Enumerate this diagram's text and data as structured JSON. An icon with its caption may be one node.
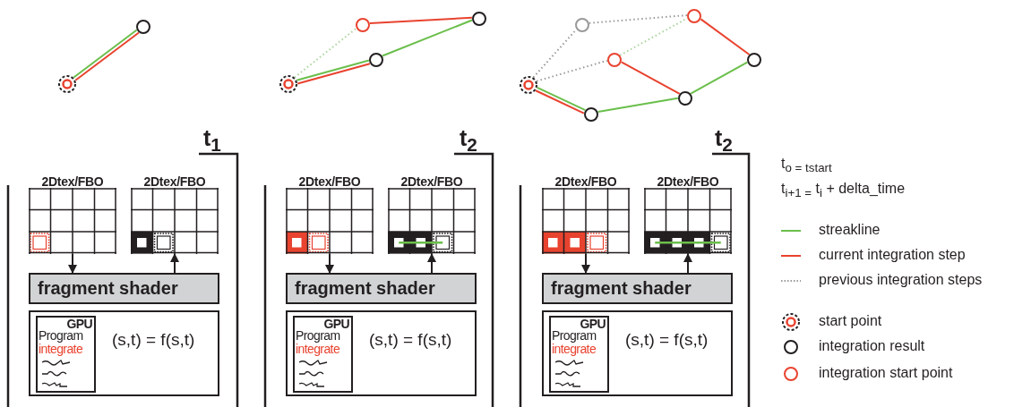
{
  "diagram": {
    "nodes": [
      {
        "text": [],
        "shape": "circle"
      },
      {
        "text": [],
        "shape": "circle"
      },
      {
        "text": [],
        "shape": "circle"
      },
      {
        "text": [],
        "shape": "circle"
      },
      {
        "text": [],
        "shape": "circle"
      },
      {
        "text": [],
        "shape": "circle"
      },
      {
        "text": [],
        "shape": "circle"
      },
      {
        "text": [],
        "shape": "circle"
      },
      {
        "text": [],
        "shape": "circle"
      },
      {
        "text": [],
        "shape": "circle"
      },
      {
        "text": [],
        "shape": "circle"
      },
      {
        "text": [],
        "shape": "circle"
      },
      {
        "text": [],
        "shape": "circle"
      },
      {
        "text": [
          "2Dtex/FBO"
        ]
      },
      {
        "text": [
          "2Dtex/FBO"
        ]
      },
      {
        "text": [
          "fragment shader"
        ]
      },
      {
        "text": [
          "(s,t) = f(s,t)"
        ]
      },
      {
        "text": [
          "GPU",
          "Program",
          "integrate"
        ],
        "in": 16
      },
      {
        "text": [
          "2Dtex/FBO"
        ]
      },
      {
        "text": [
          "2Dtex/FBO"
        ]
      },
      {
        "text": [
          "fragment shader"
        ]
      },
      {
        "text": [
          "(s,t) = f(s,t)"
        ]
      },
      {
        "text": [
          "GPU",
          "Program",
          "integrate"
        ],
        "in": 21
      },
      {
        "text": [
          "2Dtex/FBO"
        ]
      },
      {
        "text": [
          "2Dtex/FBO"
        ]
      },
      {
        "text": [
          "fragment shader"
        ]
      },
      {
        "text": [
          "(s,t) = f(s,t)"
        ]
      },
      {
        "text": [
          "GPU",
          "Program",
          "integrate"
        ],
        "in": 26
      }
    ],
    "edges": [
      {
        "from": 0,
        "to": 1,
        "arrow": "none",
        "color": "#6abf4b"
      },
      {
        "from": 0,
        "to": 1,
        "arrow": "none",
        "color": "#e8432f"
      },
      {
        "from": 2,
        "to": 3,
        "arrow": "none",
        "style": "dashed",
        "color": "#a8d49b"
      },
      {
        "from": 2,
        "to": 4,
        "arrow": "none",
        "color": "#6abf4b"
      },
      {
        "from": 2,
        "to": 4,
        "arrow": "none",
        "color": "#e8432f"
      },
      {
        "from": 4,
        "to": 5,
        "arrow": "none",
        "color": "#6abf4b"
      },
      {
        "from": 3,
        "to": 5,
        "arrow": "none",
        "color": "#e8432f"
      },
      {
        "from": 6,
        "to": 7,
        "arrow": "none",
        "style": "dashed",
        "color": "#999999"
      },
      {
        "from": 7,
        "to": 11,
        "arrow": "none",
        "style": "dashed",
        "color": "#999999"
      },
      {
        "from": 6,
        "to": 9,
        "arrow": "none",
        "style": "dashed",
        "color": "#999999"
      },
      {
        "from": 9,
        "to": 11,
        "arrow": "none",
        "style": "dashed",
        "color": "#a8d49b"
      },
      {
        "from": 6,
        "to": 8,
        "arrow": "none",
        "color": "#6abf4b"
      },
      {
        "from": 6,
        "to": 8,
        "arrow": "none",
        "color": "#e8432f"
      },
      {
        "from": 8,
        "to": 10,
        "arrow": "none",
        "color": "#6abf4b"
      },
      {
        "from": 9,
        "to": 10,
        "arrow": "none",
        "color": "#e8432f"
      },
      {
        "from": 10,
        "to": 12,
        "arrow": "none",
        "color": "#6abf4b"
      },
      {
        "from": 11,
        "to": 12,
        "arrow": "none",
        "color": "#e8432f"
      },
      {
        "from": 13,
        "to": 15,
        "arrow": "to",
        "color": "#231f20"
      },
      {
        "from": 15,
        "to": 14,
        "arrow": "to",
        "color": "#231f20"
      },
      {
        "from": 18,
        "to": 20,
        "arrow": "to",
        "color": "#231f20"
      },
      {
        "from": 20,
        "to": 19,
        "arrow": "to",
        "color": "#231f20"
      },
      {
        "from": 23,
        "to": 25,
        "arrow": "to",
        "color": "#231f20"
      },
      {
        "from": 25,
        "to": 24,
        "arrow": "to",
        "color": "#231f20"
      }
    ],
    "labels": [
      "t$_{1}$",
      "t$_{2}$",
      "t$_{2}$",
      "t$_{o = tstart}$",
      "t$_{i+1 =}$ t$_{i}$ + delta_time"
    ],
    "legend": [
      {
        "text": "streakline"
      },
      {
        "text": "current integration step"
      },
      {
        "text": "previous integration steps"
      },
      {
        "text": "start point"
      },
      {
        "text": "integration result"
      },
      {
        "text": "integration start point"
      }
    ]
  }
}
